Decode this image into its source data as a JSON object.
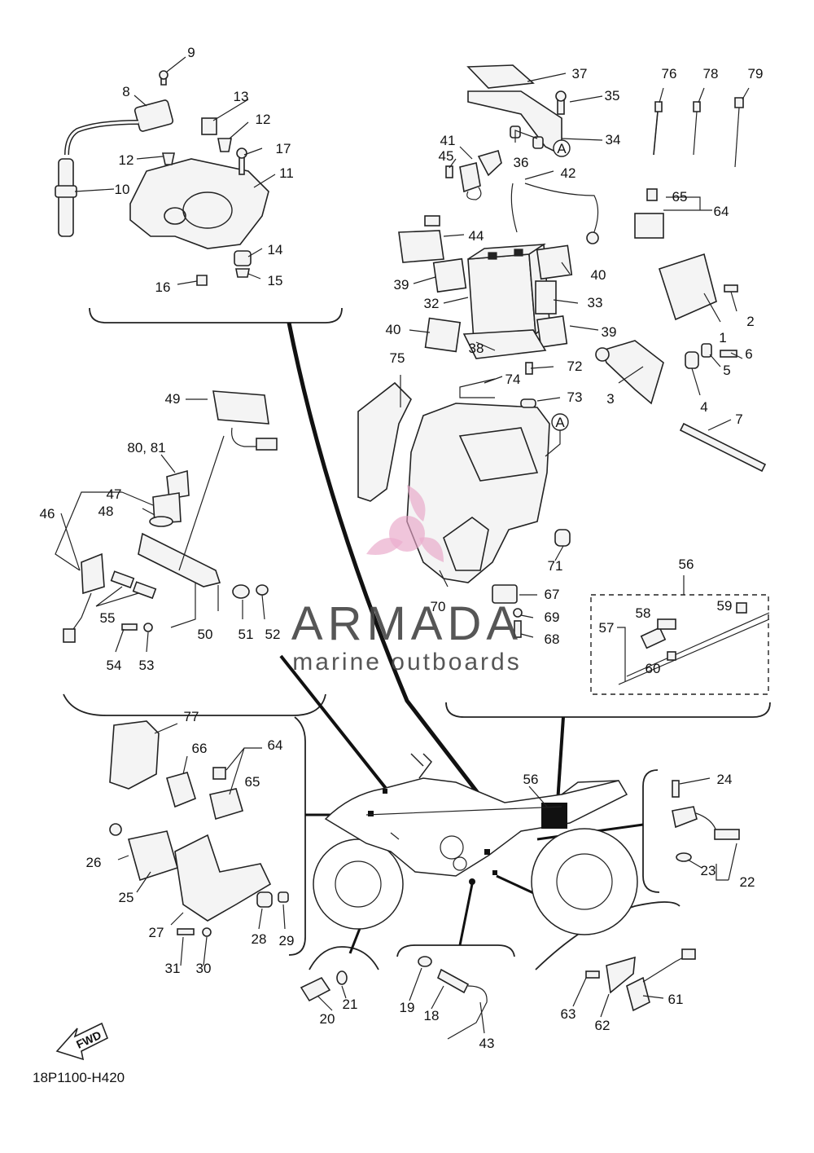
{
  "diagram": {
    "code": "18P1100-H420",
    "fwd_label": "FWD",
    "watermark": {
      "title": "ARMADA",
      "subtitle": "marine outboards"
    },
    "ref_a": "A",
    "callouts": [
      {
        "id": "c1",
        "text": "1"
      },
      {
        "id": "c2",
        "text": "2"
      },
      {
        "id": "c3",
        "text": "3"
      },
      {
        "id": "c4",
        "text": "4"
      },
      {
        "id": "c5",
        "text": "5"
      },
      {
        "id": "c6",
        "text": "6"
      },
      {
        "id": "c7",
        "text": "7"
      },
      {
        "id": "c8",
        "text": "8"
      },
      {
        "id": "c9",
        "text": "9"
      },
      {
        "id": "c10",
        "text": "10"
      },
      {
        "id": "c11",
        "text": "11"
      },
      {
        "id": "c12a",
        "text": "12"
      },
      {
        "id": "c12b",
        "text": "12"
      },
      {
        "id": "c13",
        "text": "13"
      },
      {
        "id": "c14",
        "text": "14"
      },
      {
        "id": "c15",
        "text": "15"
      },
      {
        "id": "c16",
        "text": "16"
      },
      {
        "id": "c17",
        "text": "17"
      },
      {
        "id": "c18",
        "text": "18"
      },
      {
        "id": "c19",
        "text": "19"
      },
      {
        "id": "c20",
        "text": "20"
      },
      {
        "id": "c21",
        "text": "21"
      },
      {
        "id": "c22",
        "text": "22"
      },
      {
        "id": "c23",
        "text": "23"
      },
      {
        "id": "c24",
        "text": "24"
      },
      {
        "id": "c25",
        "text": "25"
      },
      {
        "id": "c26",
        "text": "26"
      },
      {
        "id": "c27",
        "text": "27"
      },
      {
        "id": "c28",
        "text": "28"
      },
      {
        "id": "c29",
        "text": "29"
      },
      {
        "id": "c30",
        "text": "30"
      },
      {
        "id": "c31",
        "text": "31"
      },
      {
        "id": "c32",
        "text": "32"
      },
      {
        "id": "c33",
        "text": "33"
      },
      {
        "id": "c34",
        "text": "34"
      },
      {
        "id": "c35",
        "text": "35"
      },
      {
        "id": "c36",
        "text": "36"
      },
      {
        "id": "c37",
        "text": "37"
      },
      {
        "id": "c38",
        "text": "38"
      },
      {
        "id": "c39a",
        "text": "39"
      },
      {
        "id": "c39b",
        "text": "39"
      },
      {
        "id": "c40a",
        "text": "40"
      },
      {
        "id": "c40b",
        "text": "40"
      },
      {
        "id": "c41",
        "text": "41"
      },
      {
        "id": "c42",
        "text": "42"
      },
      {
        "id": "c43",
        "text": "43"
      },
      {
        "id": "c44",
        "text": "44"
      },
      {
        "id": "c45",
        "text": "45"
      },
      {
        "id": "c46",
        "text": "46"
      },
      {
        "id": "c47",
        "text": "47"
      },
      {
        "id": "c48",
        "text": "48"
      },
      {
        "id": "c49",
        "text": "49"
      },
      {
        "id": "c50",
        "text": "50"
      },
      {
        "id": "c51",
        "text": "51"
      },
      {
        "id": "c52",
        "text": "52"
      },
      {
        "id": "c53",
        "text": "53"
      },
      {
        "id": "c54",
        "text": "54"
      },
      {
        "id": "c55",
        "text": "55"
      },
      {
        "id": "c56a",
        "text": "56"
      },
      {
        "id": "c56b",
        "text": "56"
      },
      {
        "id": "c57",
        "text": "57"
      },
      {
        "id": "c58",
        "text": "58"
      },
      {
        "id": "c59",
        "text": "59"
      },
      {
        "id": "c60",
        "text": "60"
      },
      {
        "id": "c61",
        "text": "61"
      },
      {
        "id": "c62",
        "text": "62"
      },
      {
        "id": "c63",
        "text": "63"
      },
      {
        "id": "c64a",
        "text": "64"
      },
      {
        "id": "c64b",
        "text": "64"
      },
      {
        "id": "c65a",
        "text": "65"
      },
      {
        "id": "c65b",
        "text": "65"
      },
      {
        "id": "c66",
        "text": "66"
      },
      {
        "id": "c67",
        "text": "67"
      },
      {
        "id": "c68",
        "text": "68"
      },
      {
        "id": "c69",
        "text": "69"
      },
      {
        "id": "c70",
        "text": "70"
      },
      {
        "id": "c71",
        "text": "71"
      },
      {
        "id": "c72",
        "text": "72"
      },
      {
        "id": "c73",
        "text": "73"
      },
      {
        "id": "c74",
        "text": "74"
      },
      {
        "id": "c75",
        "text": "75"
      },
      {
        "id": "c76",
        "text": "76"
      },
      {
        "id": "c77",
        "text": "77"
      },
      {
        "id": "c78",
        "text": "78"
      },
      {
        "id": "c79",
        "text": "79"
      },
      {
        "id": "c8081",
        "text": "80, 81"
      }
    ]
  }
}
